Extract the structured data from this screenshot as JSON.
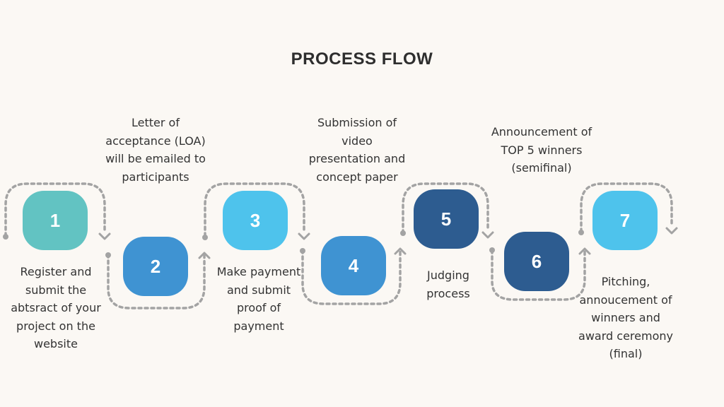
{
  "title": "PROCESS FLOW",
  "colors": {
    "background": "#fbf8f4",
    "connector": "#a3a3a3",
    "teal": "#62c3c2",
    "mid_blue": "#3f93d2",
    "sky_blue": "#4ec3ec",
    "navy": "#2d5c90"
  },
  "steps": [
    {
      "number": "1",
      "text": "Register and submit the abtsract of your project on the website",
      "color": "#62c3c2"
    },
    {
      "number": "2",
      "text": "Letter of acceptance (LOA) will be emailed to participants",
      "color": "#3f93d2"
    },
    {
      "number": "3",
      "text": "Make payment and submit proof of payment",
      "color": "#4ec3ec"
    },
    {
      "number": "4",
      "text": "Submission of video presentation and concept paper",
      "color": "#3f93d2"
    },
    {
      "number": "5",
      "text": "Judging process",
      "color": "#2d5c90"
    },
    {
      "number": "6",
      "text": "Announcement of TOP 5 winners (semifinal)",
      "color": "#2d5c90"
    },
    {
      "number": "7",
      "text": "Pitching, annoucement of winners and award ceremony (final)",
      "color": "#4ec3ec"
    }
  ]
}
